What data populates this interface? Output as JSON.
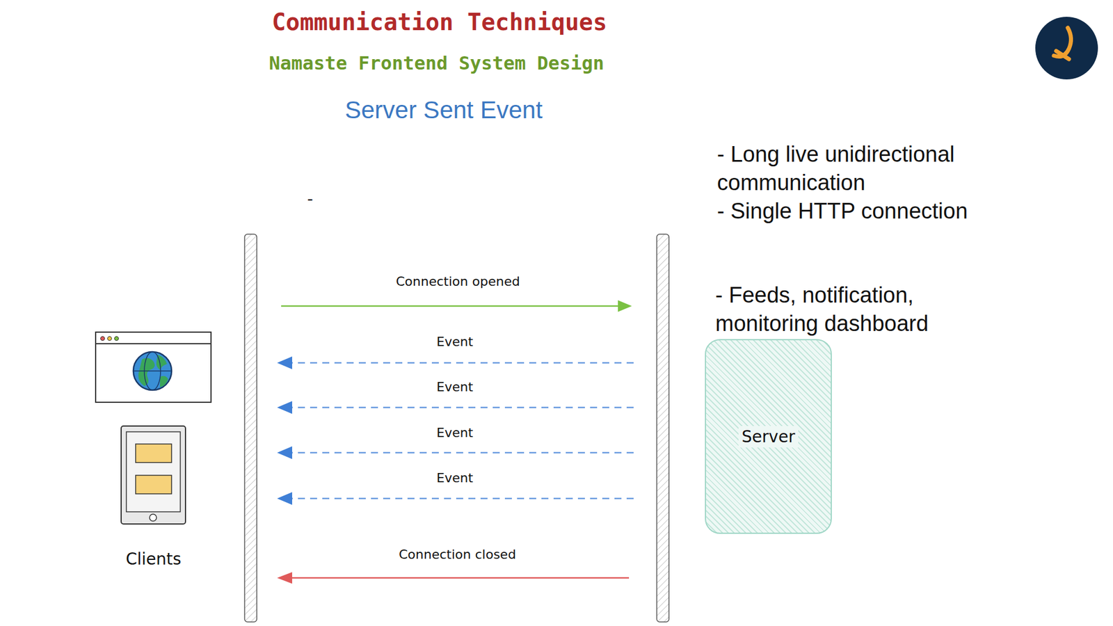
{
  "diagram": {
    "title": "Communication Techniques",
    "nodes": [
      {
        "text": [
          "Server"
        ]
      }
    ],
    "labels": [
      "Namaste Frontend System Design",
      "Server Sent Event",
      "-",
      "- Long live unidirectional communication",
      "- Single HTTP connection",
      "- Feeds, notification, monitoring dashboard",
      "Connection opened",
      "Event",
      "Event",
      "Event",
      "Event",
      "Connection closed",
      "Clients"
    ]
  }
}
